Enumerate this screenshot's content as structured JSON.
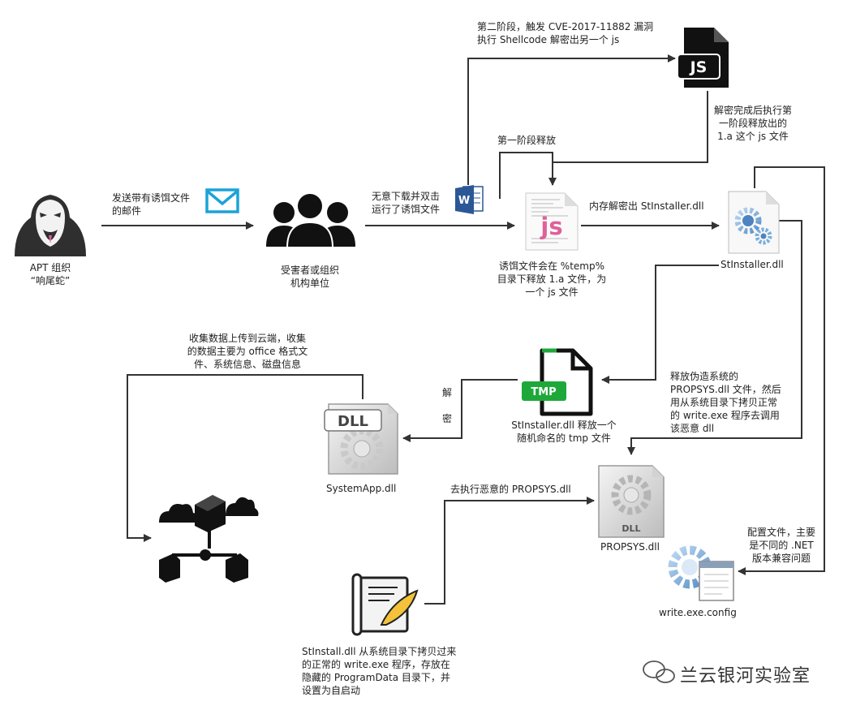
{
  "labels": {
    "apt_label": "APT 组织\n“响尾蛇”",
    "send_email": "发送带有诱饵文件\n的邮件",
    "victim": "受害者或组织\n机构单位",
    "download_open": "无意下载并双击\n运行了诱饵文件",
    "stage2": "第二阶段，触发 CVE-2017-11882 漏洞\n执行 Shellcode 解密出另一个 js",
    "decrypt_after": "解密完成后执行第\n一阶段释放出的\n1.a 这个 js 文件",
    "stage1": "第一阶段释放",
    "mem_decrypt": "内存解密出 StInstaller.dll",
    "lure_temp": "诱饵文件会在 %temp%\n目录下释放 1.a 文件，为\n一个 js 文件",
    "stinstaller": "StInstaller.dll",
    "collect": "收集数据上传到云端，收集\n的数据主要为 office 格式文\n件、系统信息、磁盘信息",
    "release_fake": "释放伪造系统的\nPROPSYS.dll 文件，然后\n用从系统目录下拷贝正常\n的 write.exe 程序去调用\n该恶意 dll",
    "decrypt_vertical": "解\n\n密",
    "tmp_release": "StInstaller.dll 释放一个\n随机命名的 tmp 文件",
    "systemapp": "SystemApp.dll",
    "exec_propsys": "去执行恶意的 PROPSYS.dll",
    "propsys": "PROPSYS.dll",
    "config_desc": "配置文件，主要\n是不同的 .NET\n版本兼容问题",
    "write_config": "write.exe.config",
    "stinstall_copy": "StInstall.dll 从系统目录下拷贝过来\n的正常的 write.exe 程序，存放在\n隐藏的 ProgramData 目录下，并\n设置为自启动",
    "watermark": "兰云银河实验室"
  },
  "icon_text": {
    "js": "JS",
    "js_pink": "js",
    "word": "W",
    "tmp": "TMP",
    "dll": "DLL",
    "dll_small": "DLL"
  },
  "colors": {
    "arrow": "#333333",
    "email_blue": "#1aa3d9",
    "word_blue": "#2b5797",
    "js_pink": "#e0609a",
    "tmp_green": "#1fa83a",
    "gear_blue": "#7aaedc"
  }
}
